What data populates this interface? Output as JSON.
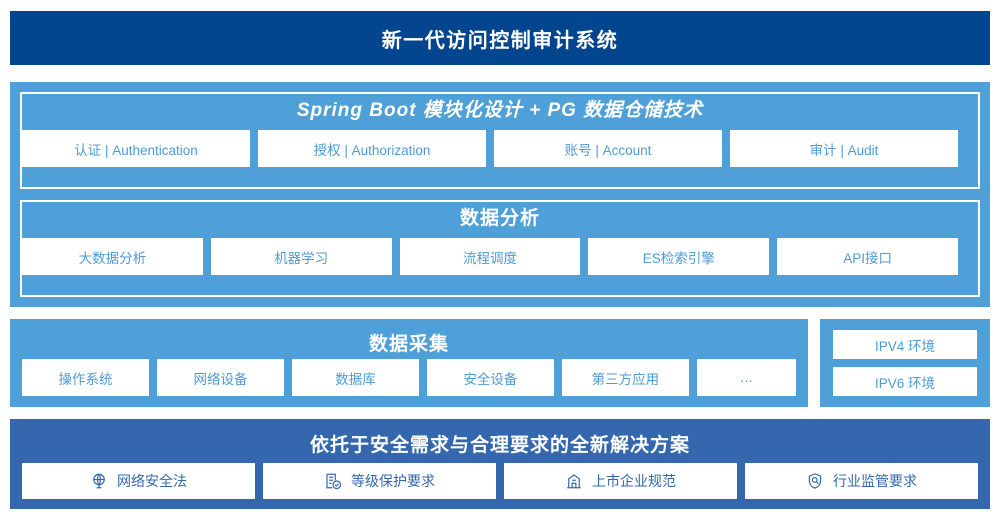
{
  "header": {
    "title": "新一代访问控制审计系统",
    "bg_color": "#03458F",
    "text_color": "#FFFFFF"
  },
  "theme": {
    "light_blue": "#4FA0D8",
    "deep_blue": "#3567AE",
    "chip_bg": "#FFFFFF",
    "chip_text_light": "#4F9BD4",
    "chip_text_deep": "#3567AE"
  },
  "sections": [
    {
      "id": "platform",
      "title": "Spring Boot 模块化设计 + PG 数据仓储技术",
      "title_style": "italic",
      "chips": [
        {
          "label": "认证 | Authentication"
        },
        {
          "label": "授权 | Authorization"
        },
        {
          "label": "账号 | Account"
        },
        {
          "label": "审计 | Audit"
        }
      ]
    },
    {
      "id": "data-analysis",
      "title": "数据分析",
      "title_style": "normal",
      "chips": [
        {
          "label": "大数据分析"
        },
        {
          "label": "机器学习"
        },
        {
          "label": "流程调度"
        },
        {
          "label": "ES检索引擎"
        },
        {
          "label": "API接口"
        }
      ]
    },
    {
      "id": "data-collection",
      "title": "数据采集",
      "title_style": "normal",
      "chips": [
        {
          "label": "操作系统"
        },
        {
          "label": "网络设备"
        },
        {
          "label": "数据库"
        },
        {
          "label": "安全设备"
        },
        {
          "label": "第三方应用"
        },
        {
          "label": "…"
        }
      ]
    },
    {
      "id": "environments",
      "title": "",
      "chips": [
        {
          "label": "IPV4 环境"
        },
        {
          "label": "IPV6 环境"
        }
      ]
    },
    {
      "id": "compliance",
      "title": "依托于安全需求与合理要求的全新解决方案",
      "title_style": "normal",
      "chips": [
        {
          "label": "网络安全法",
          "icon": "globe-network-icon"
        },
        {
          "label": "等级保护要求",
          "icon": "document-check-icon"
        },
        {
          "label": "上市企业规范",
          "icon": "bank-building-icon"
        },
        {
          "label": "行业监管要求",
          "icon": "shield-search-icon"
        }
      ]
    }
  ]
}
